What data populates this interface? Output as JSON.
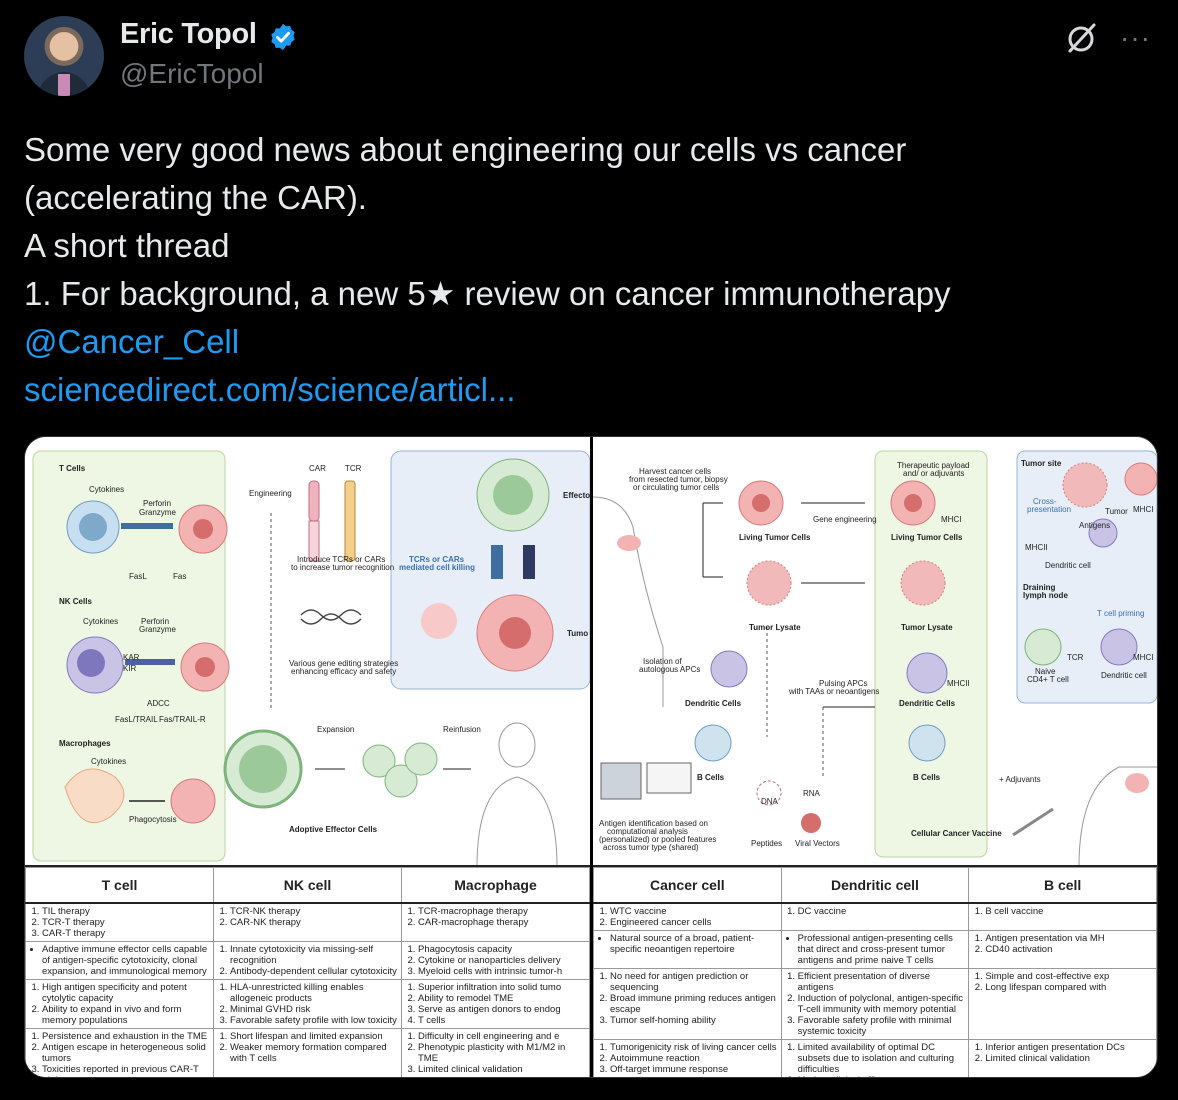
{
  "author": {
    "name": "Eric Topol",
    "handle": "@EricTopol",
    "verified_icon": "verified-badge-icon",
    "accent_color": "#1d9bf0"
  },
  "actions": {
    "grok_icon": "grok-icon",
    "more_label": "···"
  },
  "tweet": {
    "line1": "Some very good news about engineering our cells vs cancer",
    "line2": "(accelerating the CAR).",
    "line3": "A short thread",
    "line4": "1. For background, a new 5★ review on cancer immunotherapy",
    "mention": "@Cancer_Cell",
    "url": "sciencedirect.com/science/articl..."
  },
  "left_figure": {
    "t_cells": "T Cells",
    "cytokines": "Cytokines",
    "perforin": "Perforin",
    "granzyme": "Granzyme",
    "fasl": "FasL",
    "fas": "Fas",
    "nk_cells": "NK Cells",
    "kar": "KAR",
    "kir": "KIR",
    "adcc": "ADCC",
    "fasl_trail": "FasL/TRAIL",
    "fas_trail_r": "Fas/TRAIL-R",
    "macrophages": "Macrophages",
    "phagocytosis": "Phagocytosis",
    "engineering": "Engineering",
    "car": "CAR",
    "tcr": "TCR",
    "introduce": "Introduce TCRs or CARs",
    "introduce2": "to increase tumor recognition",
    "gene_editing": "Various gene editing strategies",
    "gene_editing2": "enhancing efficacy and safety",
    "tcrs_or_cars": "TCRs or CARs",
    "mediated": "mediated cell killing",
    "effector": "Effecto",
    "tumor": "Tumo",
    "expansion": "Expansion",
    "reinfusion": "Reinfusion",
    "adoptive": "Adoptive Effector Cells"
  },
  "right_figure": {
    "harvest": "Harvest cancer cells",
    "harvest2": "from resected tumor, biopsy",
    "harvest3": "or circulating tumor cells",
    "gene_engineering": "Gene engineering",
    "payload": "Therapeutic payload",
    "payload2": "and/ or adjuvants",
    "mhci": "MHCI",
    "living1": "Living Tumor Cells",
    "living2": "Living Tumor Cells",
    "lysate1": "Tumor Lysate",
    "lysate2": "Tumor Lysate",
    "isolation": "Isolation of",
    "isolation2": "autologous APCs",
    "pulsing": "Pulsing APCs",
    "pulsing2": "with TAAs or neoantigens",
    "dc1": "Dendritic Cells",
    "dc2": "Dendritic Cells",
    "mhcii": "MHCII",
    "bcells1": "B Cells",
    "bcells2": "B Cells",
    "dna": "DNA",
    "rna": "RNA",
    "peptides": "Peptides",
    "viral": "Viral Vectors",
    "antigen_id": "Antigen identification based on",
    "antigen_id2": "computational analysis",
    "antigen_id3": "(personalized) or pooled features",
    "antigen_id4": "across tumor type (shared)",
    "tumor_site": "Tumor site",
    "cross": "Cross-",
    "cross2": "presentation",
    "tumor": "Tumor",
    "tcr": "TCR",
    "antigens": "Antigens",
    "dendritic_cell": "Dendritic cell",
    "draining": "Draining",
    "draining2": "lymph node",
    "priming": "T cell priming",
    "naive": "Naive",
    "naive2": "CD4+ T cell",
    "adjuvants": "+ Adjuvants",
    "vaccine": "Cellular Cancer Vaccine"
  },
  "left_table": {
    "headers": [
      "T cell",
      "NK cell",
      "Macrophage"
    ],
    "rows": [
      [
        [
          "TIL therapy",
          "TCR-T therapy",
          "CAR-T therapy"
        ],
        [
          "TCR-NK therapy",
          "CAR-NK therapy"
        ],
        [
          "TCR-macrophage therapy",
          "CAR-macrophage therapy"
        ]
      ],
      [
        [
          "Adaptive immune effector cells capable of antigen-specific cytotoxicity, clonal expansion, and immunological memory"
        ],
        [
          "Innate cytotoxicity via missing-self recognition",
          "Antibody-dependent cellular cytotoxicity"
        ],
        [
          "Phagocytosis capacity",
          "Cytokine or nanoparticles delivery",
          "Myeloid cells with intrinsic tumor-h"
        ]
      ],
      [
        [
          "High antigen specificity and potent cytolytic capacity",
          "Ability to expand in vivo and form memory populations"
        ],
        [
          "HLA-unrestricted killing enables allogeneic products",
          "Minimal GVHD risk",
          "Favorable safety profile with low toxicity"
        ],
        [
          "Superior infiltration into solid tumo",
          "Ability to remodel TME",
          "Serve as antigen donors to endog",
          "T cells"
        ]
      ],
      [
        [
          "Persistence and exhaustion in the TME",
          "Antigen escape in heterogeneous solid tumors",
          "Toxicities reported in previous CAR-T trials"
        ],
        [
          "Short lifespan and limited expansion",
          "Weaker memory formation compared with T cells"
        ],
        [
          "Difficulty in cell engineering and e",
          "Phenotypic plasticity with M1/M2 in TME",
          "Limited clinical validation"
        ]
      ]
    ]
  },
  "right_table": {
    "headers": [
      "Cancer cell",
      "Dendritic cell",
      "B cell"
    ],
    "rows": [
      [
        [
          "WTC vaccine",
          "Engineered cancer cells"
        ],
        [
          "DC vaccine"
        ],
        [
          "B cell vaccine"
        ]
      ],
      [
        [
          "Natural source of a broad, patient-specific neoantigen repertoire"
        ],
        [
          "Professional antigen-presenting cells that direct and cross-present tumor antigens and prime naive T cells"
        ],
        [
          "Antigen presentation via MH",
          "CD40 activation"
        ]
      ],
      [
        [
          "No need for antigen prediction or sequencing",
          "Broad immune priming reduces antigen escape",
          "Tumor self-homing ability"
        ],
        [
          "Efficient presentation of diverse antigens",
          "Induction of polyclonal, antigen-specific T-cell immunity with memory potential",
          "Favorable safety profile with minimal systemic toxicity"
        ],
        [
          "Simple and cost-effective exp",
          "Long lifespan compared with"
        ]
      ],
      [
        [
          "Tumorigenicity risk of living cancer cells",
          "Autoimmune reaction",
          "Off-target immune response"
        ],
        [
          "Limited availability of optimal DC subsets due to isolation and culturing difficulties",
          "Modest clinical efficacy as monotherapy"
        ],
        [
          "Inferior antigen presentation DCs",
          "Limited clinical validation"
        ]
      ]
    ]
  }
}
